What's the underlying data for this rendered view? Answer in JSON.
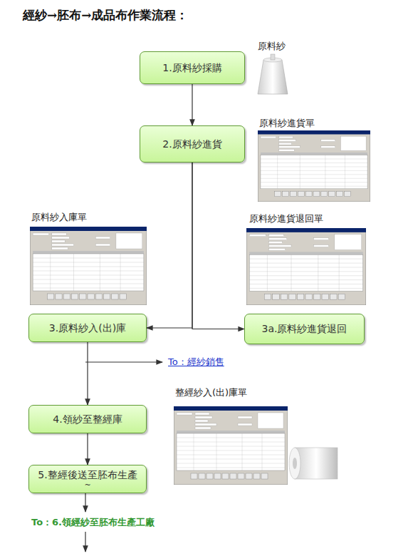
{
  "diagram": {
    "title": "經紗→胚布→成品布作業流程：",
    "nodes": [
      {
        "text": [
          "1.原料紗採購"
        ]
      },
      {
        "text": [
          "2.原料紗進貨"
        ]
      },
      {
        "text": [
          "3.原料紗入(出)庫"
        ]
      },
      {
        "text": [
          "3a.原料紗進貨退回"
        ]
      },
      {
        "text": [
          "4.領紗至整經庫"
        ]
      },
      {
        "text": [
          "5.整經後送至胚布生產",
          "~"
        ]
      }
    ],
    "edges": [
      {
        "from": 0,
        "to": 1,
        "arrow": "to"
      },
      {
        "from": 1,
        "to": 2,
        "arrow": "to"
      },
      {
        "from": 1,
        "to": 3,
        "arrow": "to"
      },
      {
        "from": 2,
        "to": 4,
        "arrow": "to"
      },
      {
        "from": 4,
        "to": 5,
        "arrow": "to"
      }
    ],
    "labels": [
      "原料紗",
      "原料紗進貨單",
      "原料紗入庫單",
      "原料紗進貨退回單",
      "To：經紗銷售",
      "整經紗入(出)庫單",
      "To：6.領經紗至胚布生產工廠"
    ]
  }
}
